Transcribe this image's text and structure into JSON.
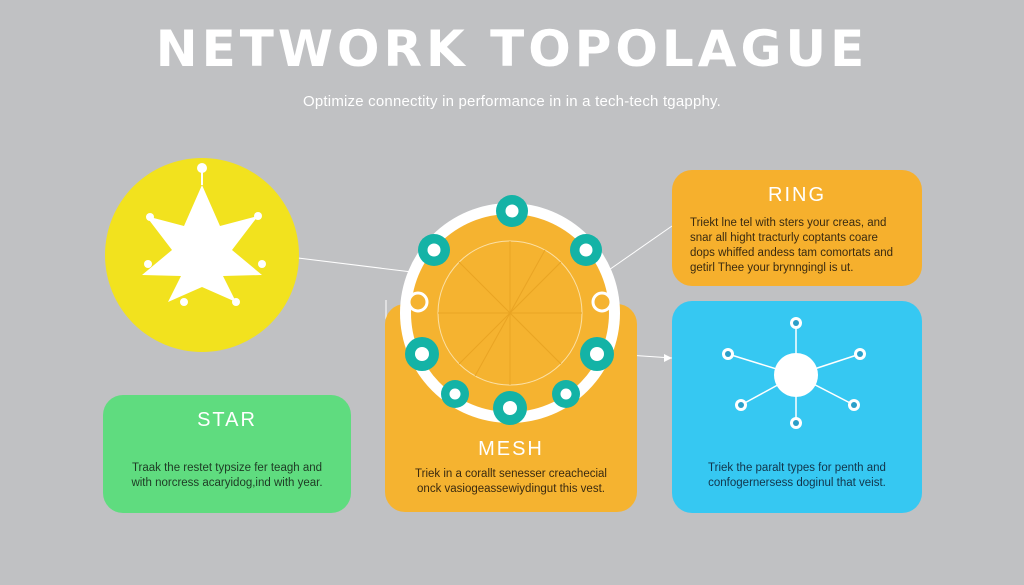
{
  "header": {
    "title": "NETWORK  TOPOLAGUE",
    "subtitle": "Optimize connectity in performance in in a tech-tech tgapphy."
  },
  "cards": {
    "star": {
      "title": "STAR",
      "text": "Traak the restet typsize fer teagh and with norcress acaryidog,ind with year."
    },
    "mesh": {
      "title": "MESH",
      "text": "Triek in a corallt senesser creachecial onck vasiogeassewiydingut this vest."
    },
    "ring": {
      "title": "RING",
      "text": "Triekt lne tel with sters your creas, and snar all hight tracturly coptants coare dops whiffed andess tam comortats and getirl Thee your brynngingl is ut."
    },
    "blue": {
      "text": "Triek the paralt types for penth and confogernersess doginul that veist."
    }
  },
  "colors": {
    "background": "#c0c1c3",
    "star_circle": "#f2e21e",
    "mesh_orange": "#f5b330",
    "teal_node": "#14b3a6",
    "green_card": "#5fdc7f",
    "blue_card": "#36c8f2"
  }
}
